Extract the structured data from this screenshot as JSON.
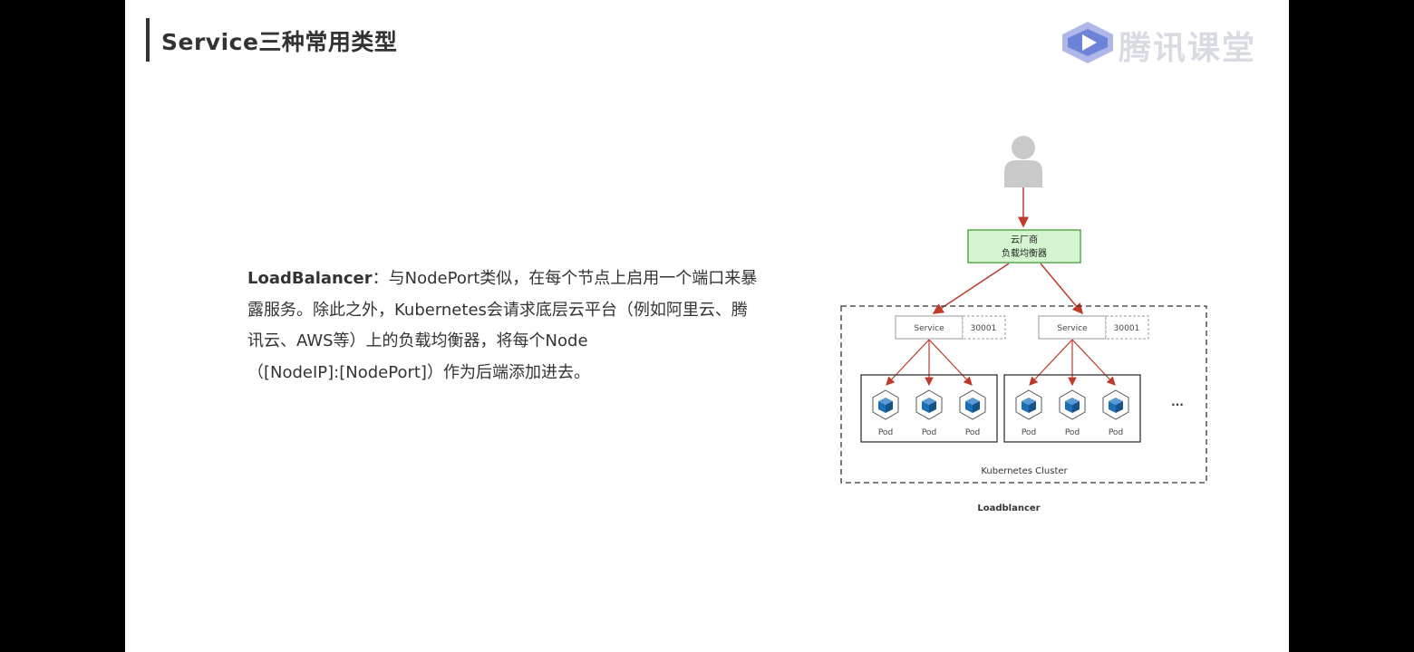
{
  "slide": {
    "title": "Service三种常用类型",
    "logo_text": "腾讯课堂",
    "description": {
      "lead": "LoadBalancer",
      "lines": [
        "：与NodePort类似，在每个节点上启用一个端口来暴",
        "露服务。除此之外，Kubernetes会请求底层云平台（例如阿里云、腾",
        "讯云、AWS等）上的负载均衡器，将每个Node",
        "（[NodeIP]:[NodePort]）作为后端添加进去。"
      ]
    }
  },
  "diagram": {
    "lb_label_line1": "云厂商",
    "lb_label_line2": "负载均衡器",
    "service_label": "Service",
    "port_label": "30001",
    "pod_label": "Pod",
    "ellipsis": "...",
    "cluster_label": "Kubernetes Cluster",
    "caption": "Loadblancer",
    "colors": {
      "arrow": "#c0392b",
      "lb_fill": "#d4f5d0",
      "lb_border": "#5aa84f",
      "pod_blue": "#1f6fb5"
    },
    "icons": [
      "user-icon",
      "pod-cube-icon",
      "tencent-classroom-logo-icon"
    ]
  }
}
